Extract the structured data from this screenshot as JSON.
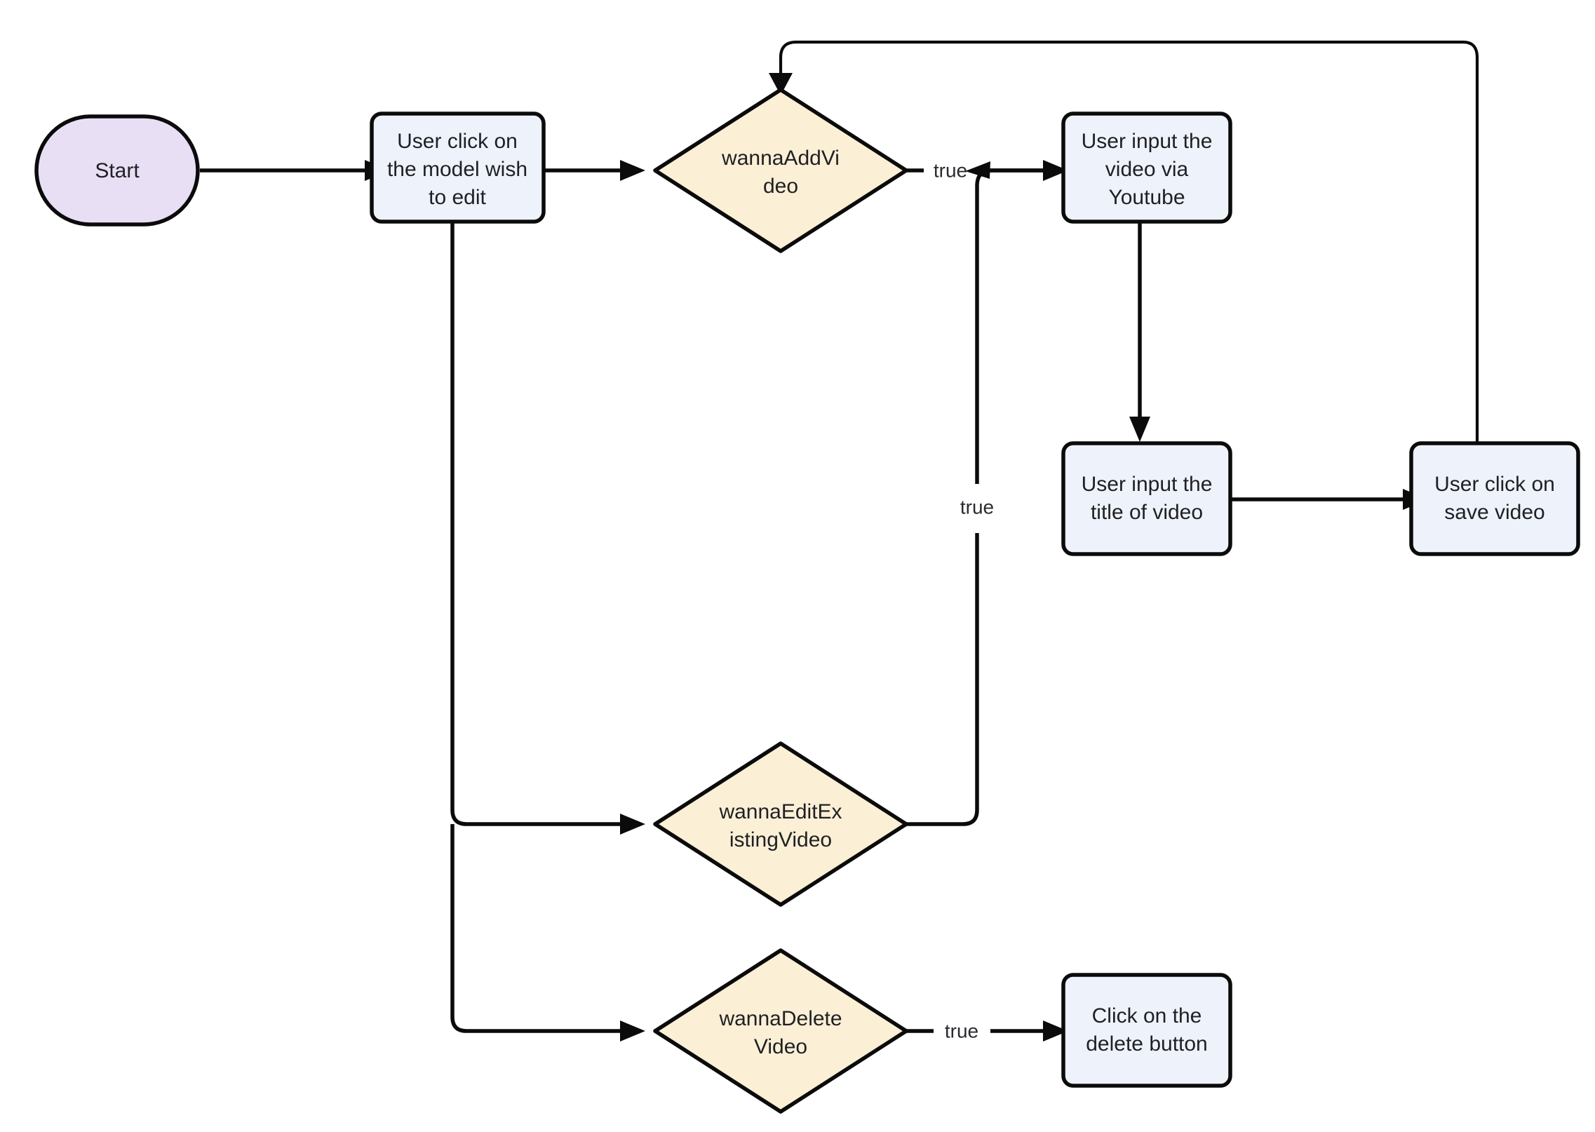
{
  "diagram": {
    "type": "flowchart",
    "title": "Video editing flowchart",
    "direction": "left-to-right",
    "background": "#ffffff",
    "colors": {
      "start_fill": "#e8dff5",
      "process_fill": "#eef2fa",
      "decision_fill": "#fbefd5",
      "stroke": "#0b0b0b",
      "text": "#1f2024"
    }
  },
  "nodes": {
    "start": {
      "id": "start",
      "shape": "stadium",
      "label": "Start",
      "lines": [
        "Start"
      ]
    },
    "click_model": {
      "id": "click_model",
      "shape": "rounded-rect",
      "label": "User click on the model wish to edit",
      "lines": [
        "User click on",
        "the model wish",
        "to edit"
      ]
    },
    "wanna_add_video": {
      "id": "wanna_add_video",
      "shape": "diamond",
      "label": "wannaAddVideo",
      "lines": [
        "wannaAddVi",
        "deo"
      ]
    },
    "input_video_youtube": {
      "id": "input_video_youtube",
      "shape": "rounded-rect",
      "label": "User input the video via Youtube",
      "lines": [
        "User input the",
        "video via",
        "Youtube"
      ]
    },
    "input_title": {
      "id": "input_title",
      "shape": "rounded-rect",
      "label": "User input the title of video",
      "lines": [
        "User input the",
        "title of video"
      ]
    },
    "click_save_video": {
      "id": "click_save_video",
      "shape": "rounded-rect",
      "label": "User click on save video",
      "lines": [
        "User click on",
        "save video"
      ]
    },
    "wanna_edit_existing": {
      "id": "wanna_edit_existing",
      "shape": "diamond",
      "label": "wannaEditExistingVideo",
      "lines": [
        "wannaEditEx",
        "istingVideo"
      ]
    },
    "wanna_delete_video": {
      "id": "wanna_delete_video",
      "shape": "diamond",
      "label": "wannaDeleteVideo",
      "lines": [
        "wannaDelete",
        "Video"
      ]
    },
    "click_delete_button": {
      "id": "click_delete_button",
      "shape": "rounded-rect",
      "label": "Click on the delete button",
      "lines": [
        "Click on the",
        "delete button"
      ]
    }
  },
  "edges": [
    {
      "id": "e1",
      "from": "start",
      "to": "click_model",
      "label": ""
    },
    {
      "id": "e2",
      "from": "click_model",
      "to": "wanna_add_video",
      "label": ""
    },
    {
      "id": "e3",
      "from": "wanna_add_video",
      "to": "input_video_youtube",
      "label": "true"
    },
    {
      "id": "e4",
      "from": "input_video_youtube",
      "to": "input_title",
      "label": ""
    },
    {
      "id": "e5",
      "from": "input_title",
      "to": "click_save_video",
      "label": ""
    },
    {
      "id": "e6",
      "from": "click_save_video",
      "to": "wanna_add_video",
      "label": ""
    },
    {
      "id": "e7",
      "from": "click_model",
      "to": "wanna_edit_existing",
      "label": ""
    },
    {
      "id": "e8",
      "from": "wanna_edit_existing",
      "to": "input_video_youtube",
      "label": "true"
    },
    {
      "id": "e9",
      "from": "click_model",
      "to": "wanna_delete_video",
      "label": ""
    },
    {
      "id": "e10",
      "from": "wanna_delete_video",
      "to": "click_delete_button",
      "label": "true"
    }
  ],
  "edge_labels": {
    "add_true": "true",
    "edit_true": "true",
    "delete_true": "true"
  }
}
